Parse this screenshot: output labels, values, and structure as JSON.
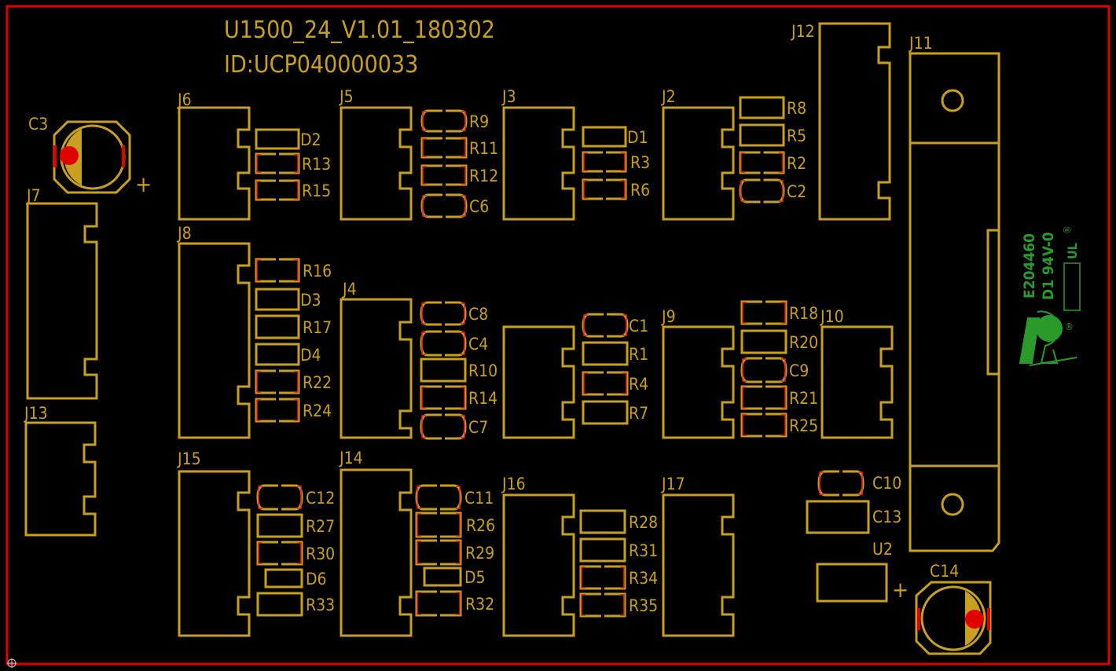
{
  "board": {
    "title_line1": "U1500_24_V1.01_180302",
    "title_line2": "ID:UCP040000033",
    "ul_code": "E204460",
    "ul_rating": "D1  94V-0",
    "ul_mark": "UL",
    "registered": "®",
    "plus": "+"
  },
  "colors": {
    "background": "#000000",
    "outline": "#e00000",
    "silk": "#c8a020",
    "pad_stroke": "#e0201a",
    "green": "#2a9a2a"
  },
  "labels": {
    "J2": "J2",
    "J3": "J3",
    "J4": "J4",
    "J5": "J5",
    "J6": "J6",
    "J7": "J7",
    "J8": "J8",
    "J9": "J9",
    "J10": "J10",
    "J11": "J11",
    "J12": "J12",
    "J13": "J13",
    "J14": "J14",
    "J15": "J15",
    "J16": "J16",
    "J17": "J17",
    "C1": "C1",
    "C2": "C2",
    "C3": "C3",
    "C4": "C4",
    "C6": "C6",
    "C7": "C7",
    "C8": "C8",
    "C9": "C9",
    "C10": "C10",
    "C11": "C11",
    "C12": "C12",
    "C13": "C13",
    "C14": "C14",
    "R1": "R1",
    "R2": "R2",
    "R3": "R3",
    "R4": "R4",
    "R5": "R5",
    "R6": "R6",
    "R7": "R7",
    "R8": "R8",
    "R9": "R9",
    "R10": "R10",
    "R11": "R11",
    "R12": "R12",
    "R13": "R13",
    "R14": "R14",
    "R15": "R15",
    "R16": "R16",
    "R17": "R17",
    "R18": "R18",
    "R20": "R20",
    "R21": "R21",
    "R22": "R22",
    "R24": "R24",
    "R25": "R25",
    "R26": "R26",
    "R27": "R27",
    "R28": "R28",
    "R29": "R29",
    "R30": "R30",
    "R31": "R31",
    "R32": "R32",
    "R33": "R33",
    "R34": "R34",
    "R35": "R35",
    "D1": "D1",
    "D2": "D2",
    "D3": "D3",
    "D4": "D4",
    "D5": "D5",
    "D6": "D6",
    "U2": "U2"
  }
}
